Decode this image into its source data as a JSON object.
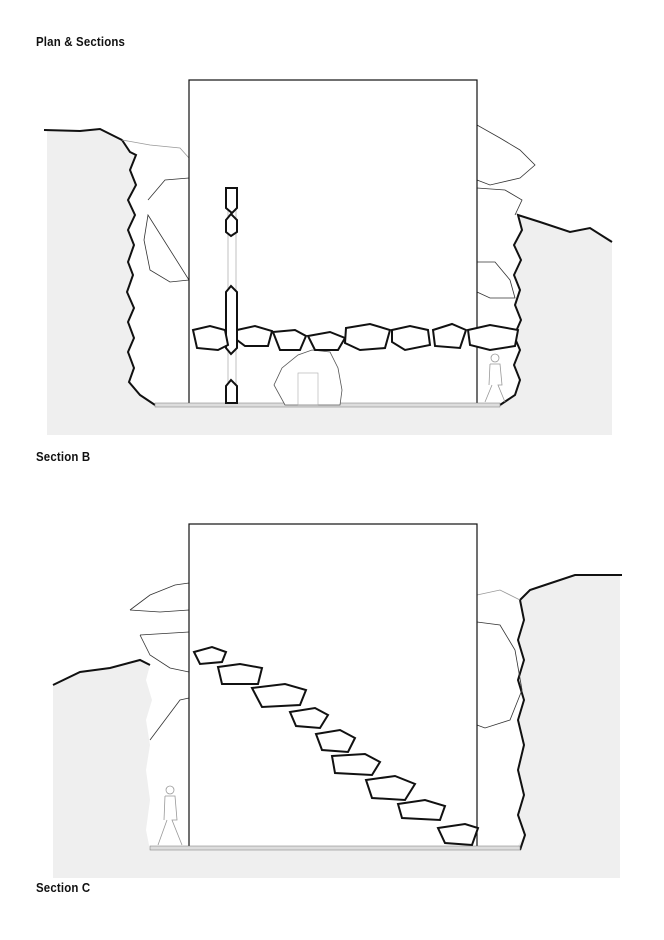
{
  "title": "Plan & Sections",
  "sections": [
    {
      "label": "Section B"
    },
    {
      "label": "Section C"
    }
  ],
  "colors": {
    "ground": "#efefef",
    "line": "#111111",
    "hidden": "#aaaaaa"
  }
}
